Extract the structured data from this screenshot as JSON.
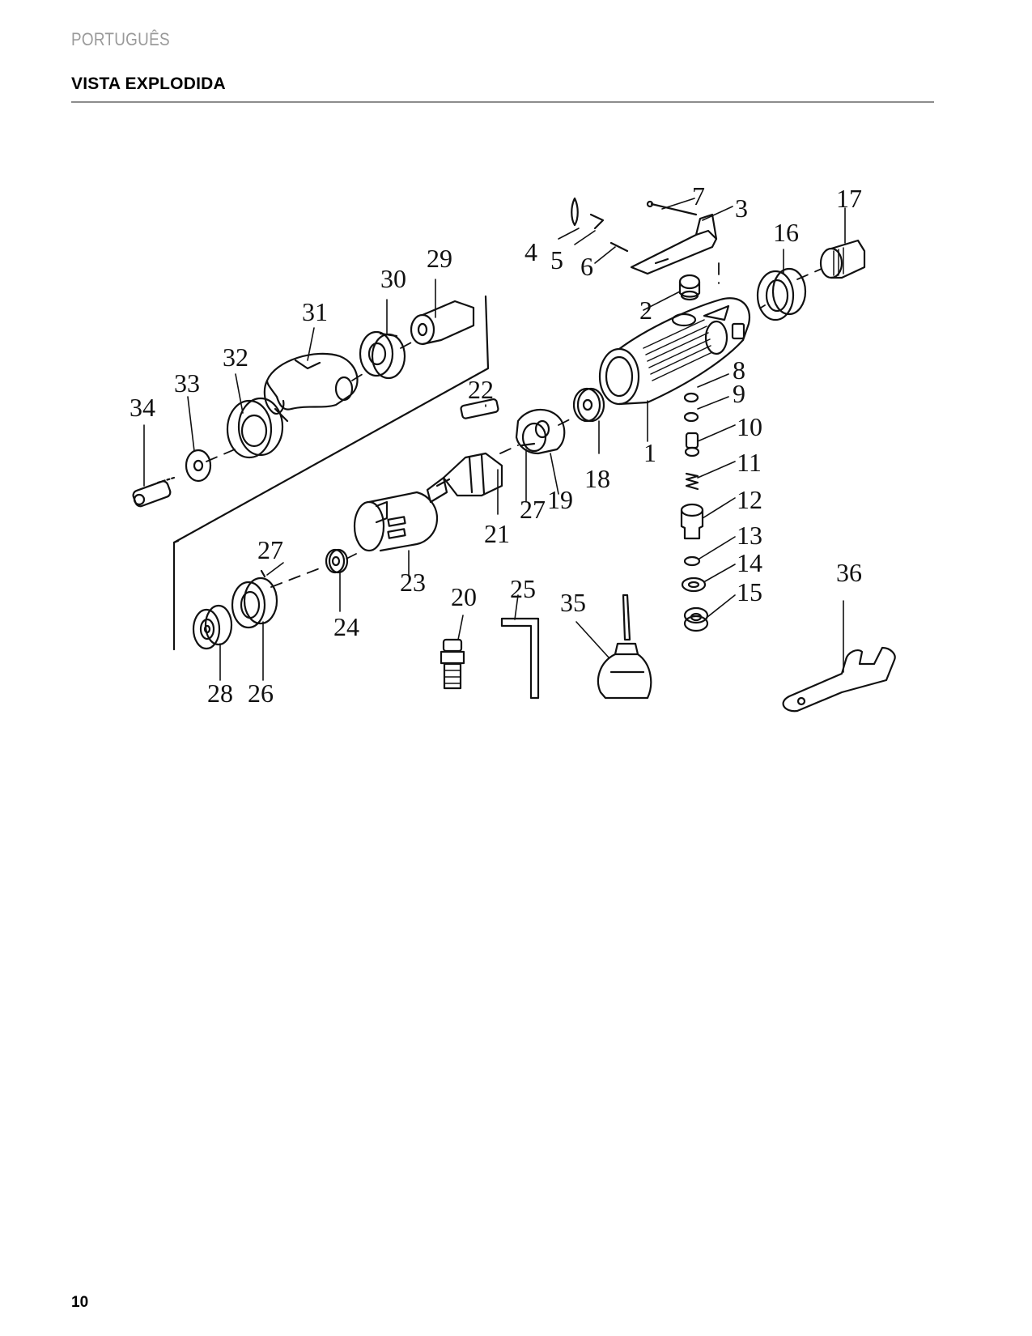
{
  "header": {
    "language": "PORTUGUÊS",
    "title": "VISTA EXPLODIDA"
  },
  "diagram": {
    "part_labels": [
      "1",
      "2",
      "3",
      "4",
      "5",
      "6",
      "7",
      "8",
      "9",
      "10",
      "11",
      "12",
      "13",
      "14",
      "15",
      "16",
      "17",
      "18",
      "19",
      "20",
      "21",
      "22",
      "23",
      "24",
      "25",
      "26",
      "27",
      "27",
      "28",
      "29",
      "30",
      "31",
      "32",
      "33",
      "34",
      "35",
      "36"
    ]
  },
  "footer": {
    "page_number": "10"
  }
}
